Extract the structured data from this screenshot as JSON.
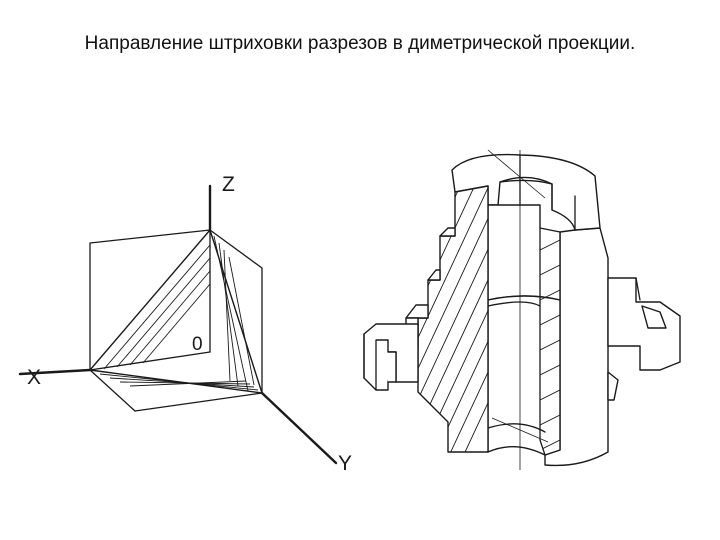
{
  "slide": {
    "title": "Направление штриховки разрезов в диметрической проекции."
  },
  "axes": {
    "x_label": "X",
    "y_label": "Y",
    "z_label": "Z",
    "origin_label": "0"
  }
}
